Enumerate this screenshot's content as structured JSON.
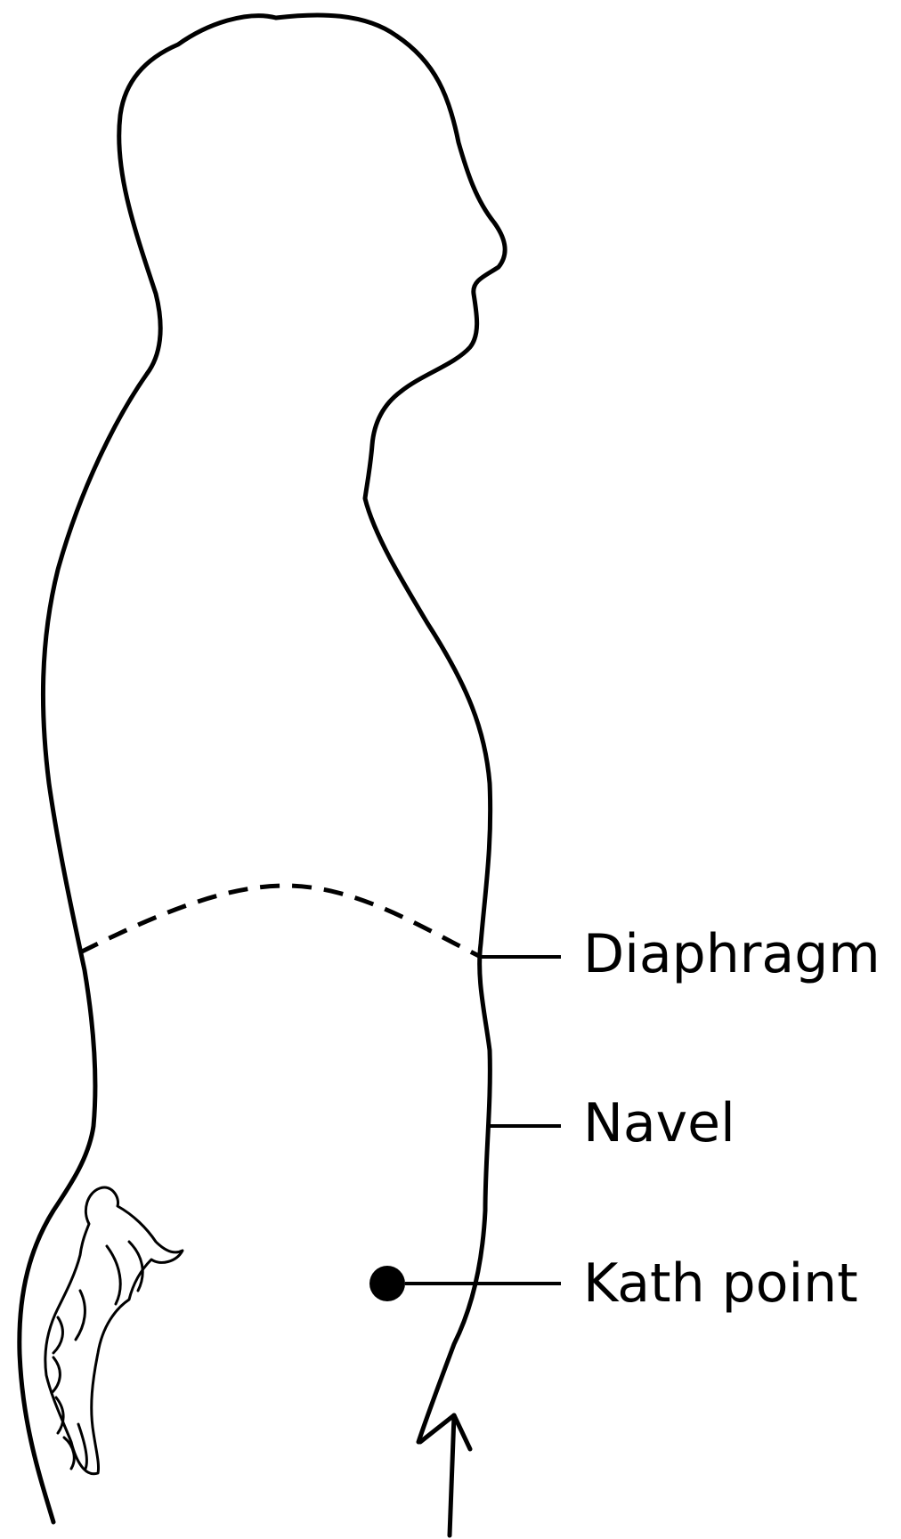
{
  "labels": {
    "diaphragm": "Diaphragm",
    "navel": "Navel",
    "kath_point": "Kath point"
  },
  "colors": {
    "ink": "#000000",
    "background": "#ffffff"
  }
}
